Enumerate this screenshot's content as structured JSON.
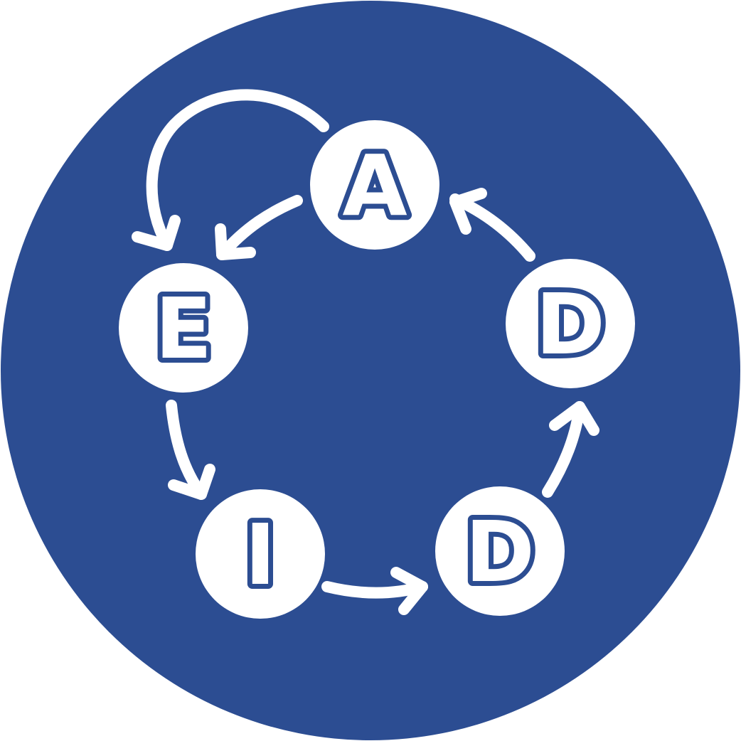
{
  "colors": {
    "background": "#2c4d92",
    "node": "#ffffff",
    "arrow": "#ffffff"
  },
  "nodes": [
    {
      "id": "analysis",
      "letter": "A"
    },
    {
      "id": "design",
      "letter": "D"
    },
    {
      "id": "development",
      "letter": "D"
    },
    {
      "id": "implementation",
      "letter": "I"
    },
    {
      "id": "evaluation",
      "letter": "E"
    }
  ],
  "edges": [
    {
      "from": "A",
      "to": "E"
    },
    {
      "from": "A",
      "to": "E",
      "style": "outer-arc"
    },
    {
      "from": "E",
      "to": "I"
    },
    {
      "from": "I",
      "to": "D"
    },
    {
      "from": "D",
      "to": "D"
    },
    {
      "from": "D",
      "to": "A"
    }
  ]
}
